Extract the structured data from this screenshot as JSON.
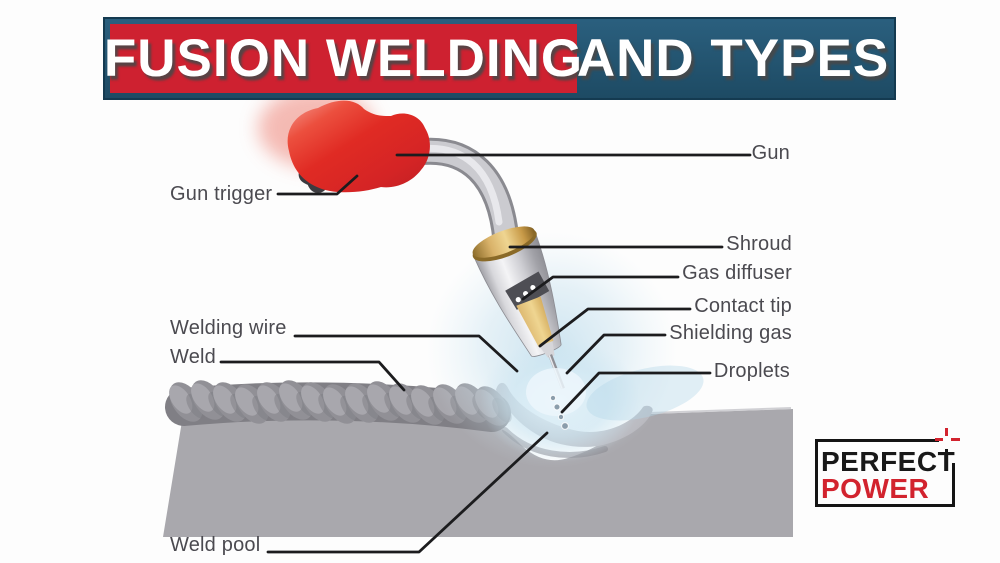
{
  "title": {
    "part1": "FUSION WELDING",
    "part2": "AND TYPES"
  },
  "diagram_labels": {
    "gun": "Gun",
    "gun_trigger": "Gun trigger",
    "shroud": "Shroud",
    "gas_diffuser": "Gas diffuser",
    "contact_tip": "Contact tip",
    "shielding_gas": "Shielding gas",
    "droplets": "Droplets",
    "welding_wire": "Welding wire",
    "weld": "Weld",
    "weld_pool": "Weld pool"
  },
  "logo": {
    "line1": "PERFECT",
    "line2": "POWER"
  },
  "colors": {
    "banner_blue": "#1d4a63",
    "banner_red": "#ce2130",
    "logo_red": "#d2232e",
    "handle_red": "#e02b24",
    "glow_blue": "#cfe6f2",
    "plate_gray": "#a9a8ad",
    "label_text": "#4b4a50"
  }
}
